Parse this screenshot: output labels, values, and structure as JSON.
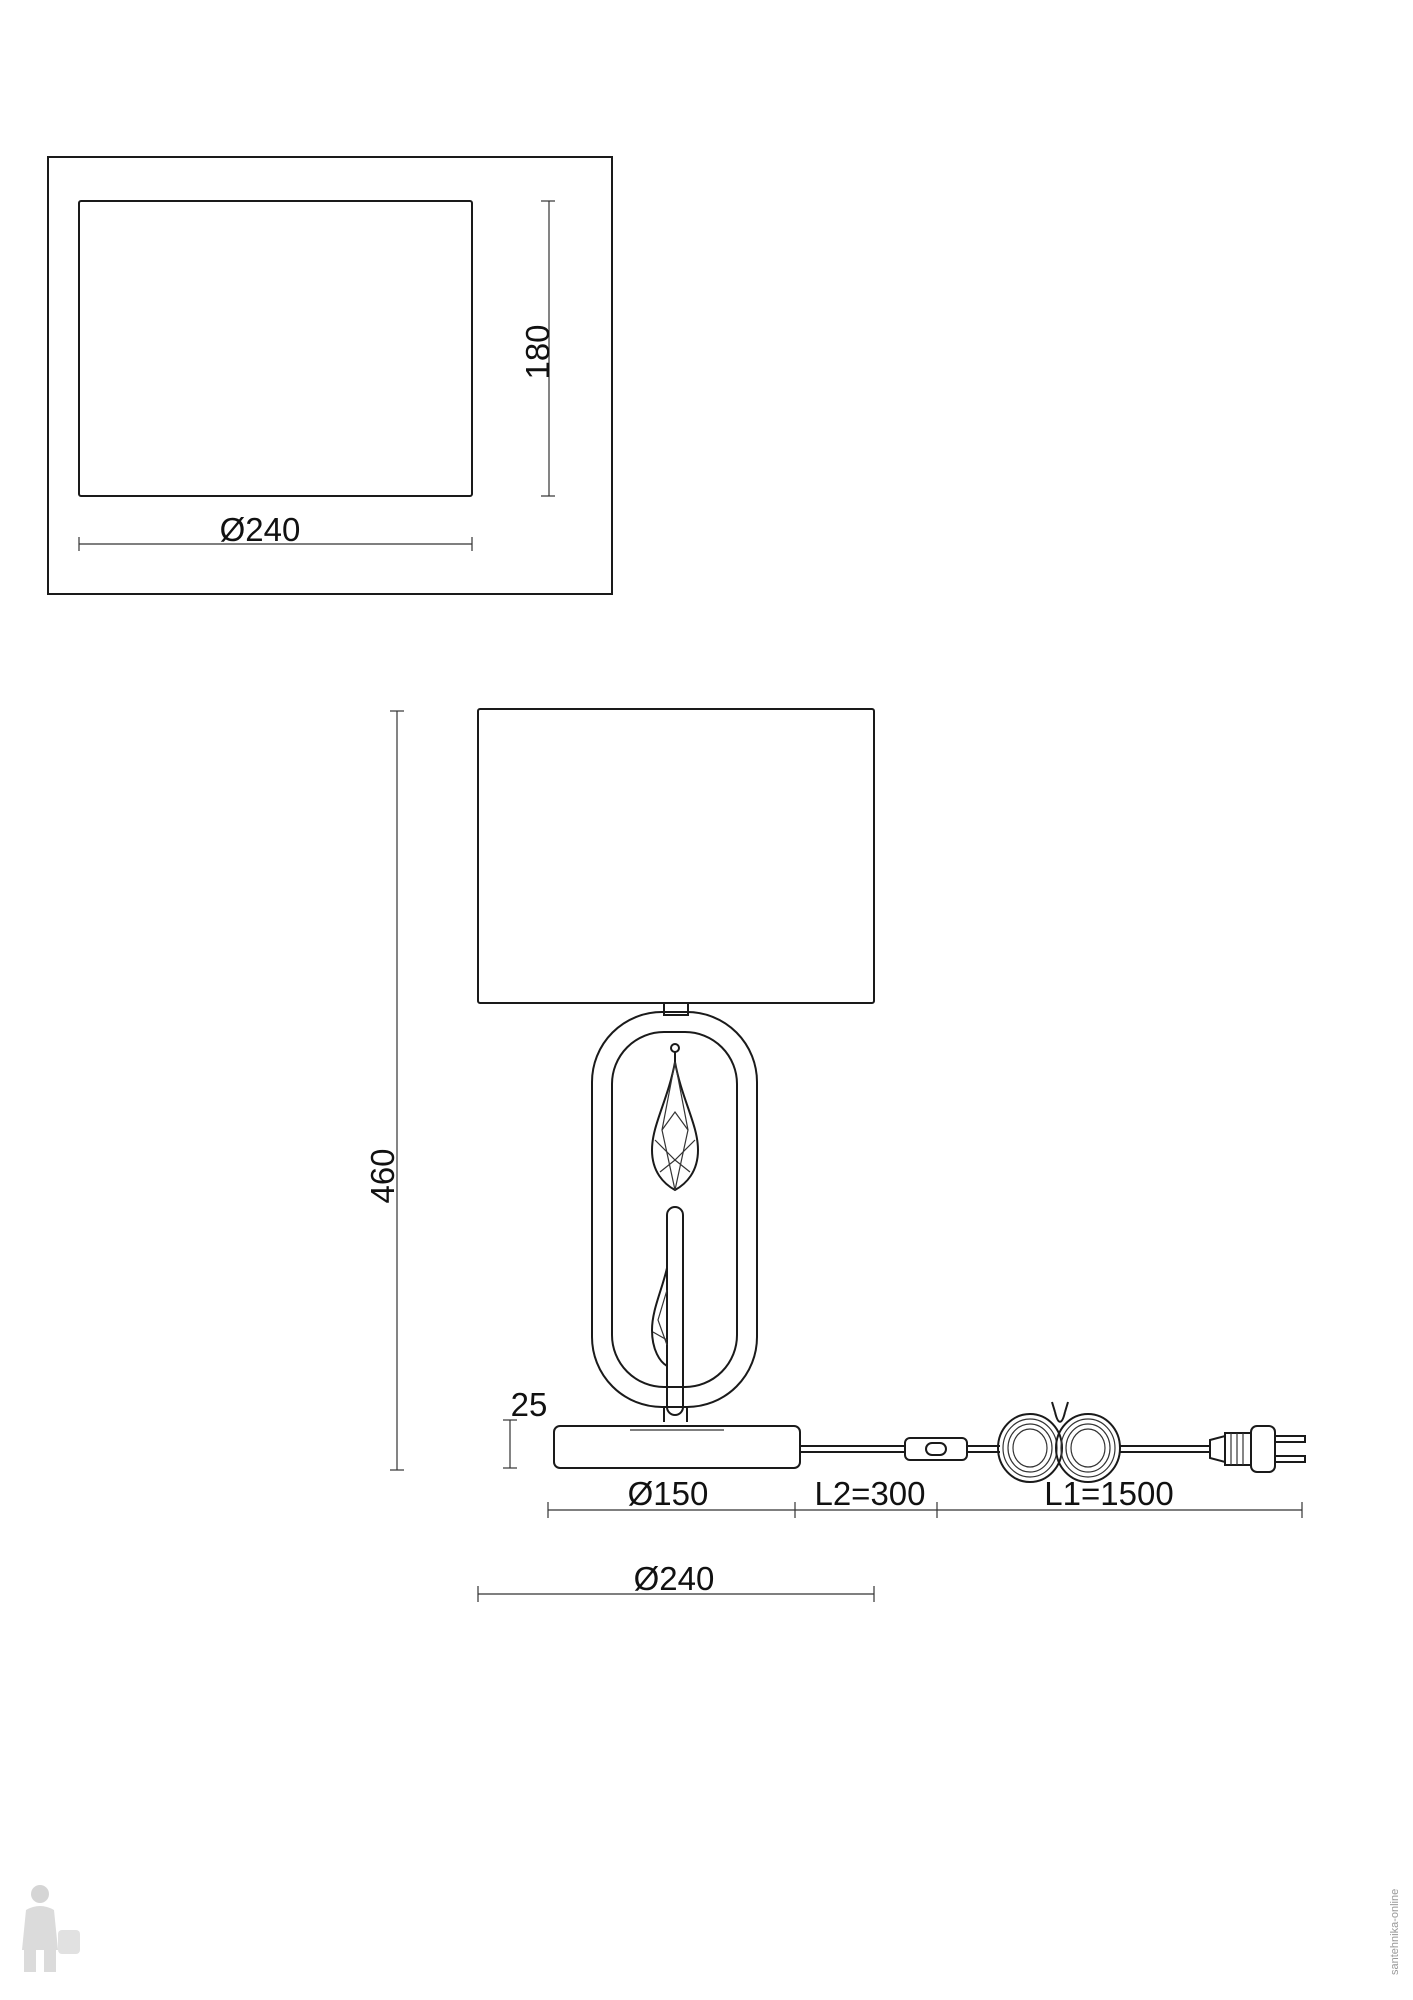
{
  "top_view": {
    "width_label": "Ø240",
    "height_label": "180"
  },
  "side_view": {
    "height_label": "460",
    "base_height_label": "25",
    "base_diameter_label": "Ø150",
    "cord_l2_label": "L2=300",
    "cord_l1_label": "L1=1500",
    "shade_diameter_label": "Ø240"
  },
  "watermark": {
    "text": "santehnika-online"
  },
  "colors": {
    "line": "#1a1a1a",
    "background": "#ffffff"
  }
}
